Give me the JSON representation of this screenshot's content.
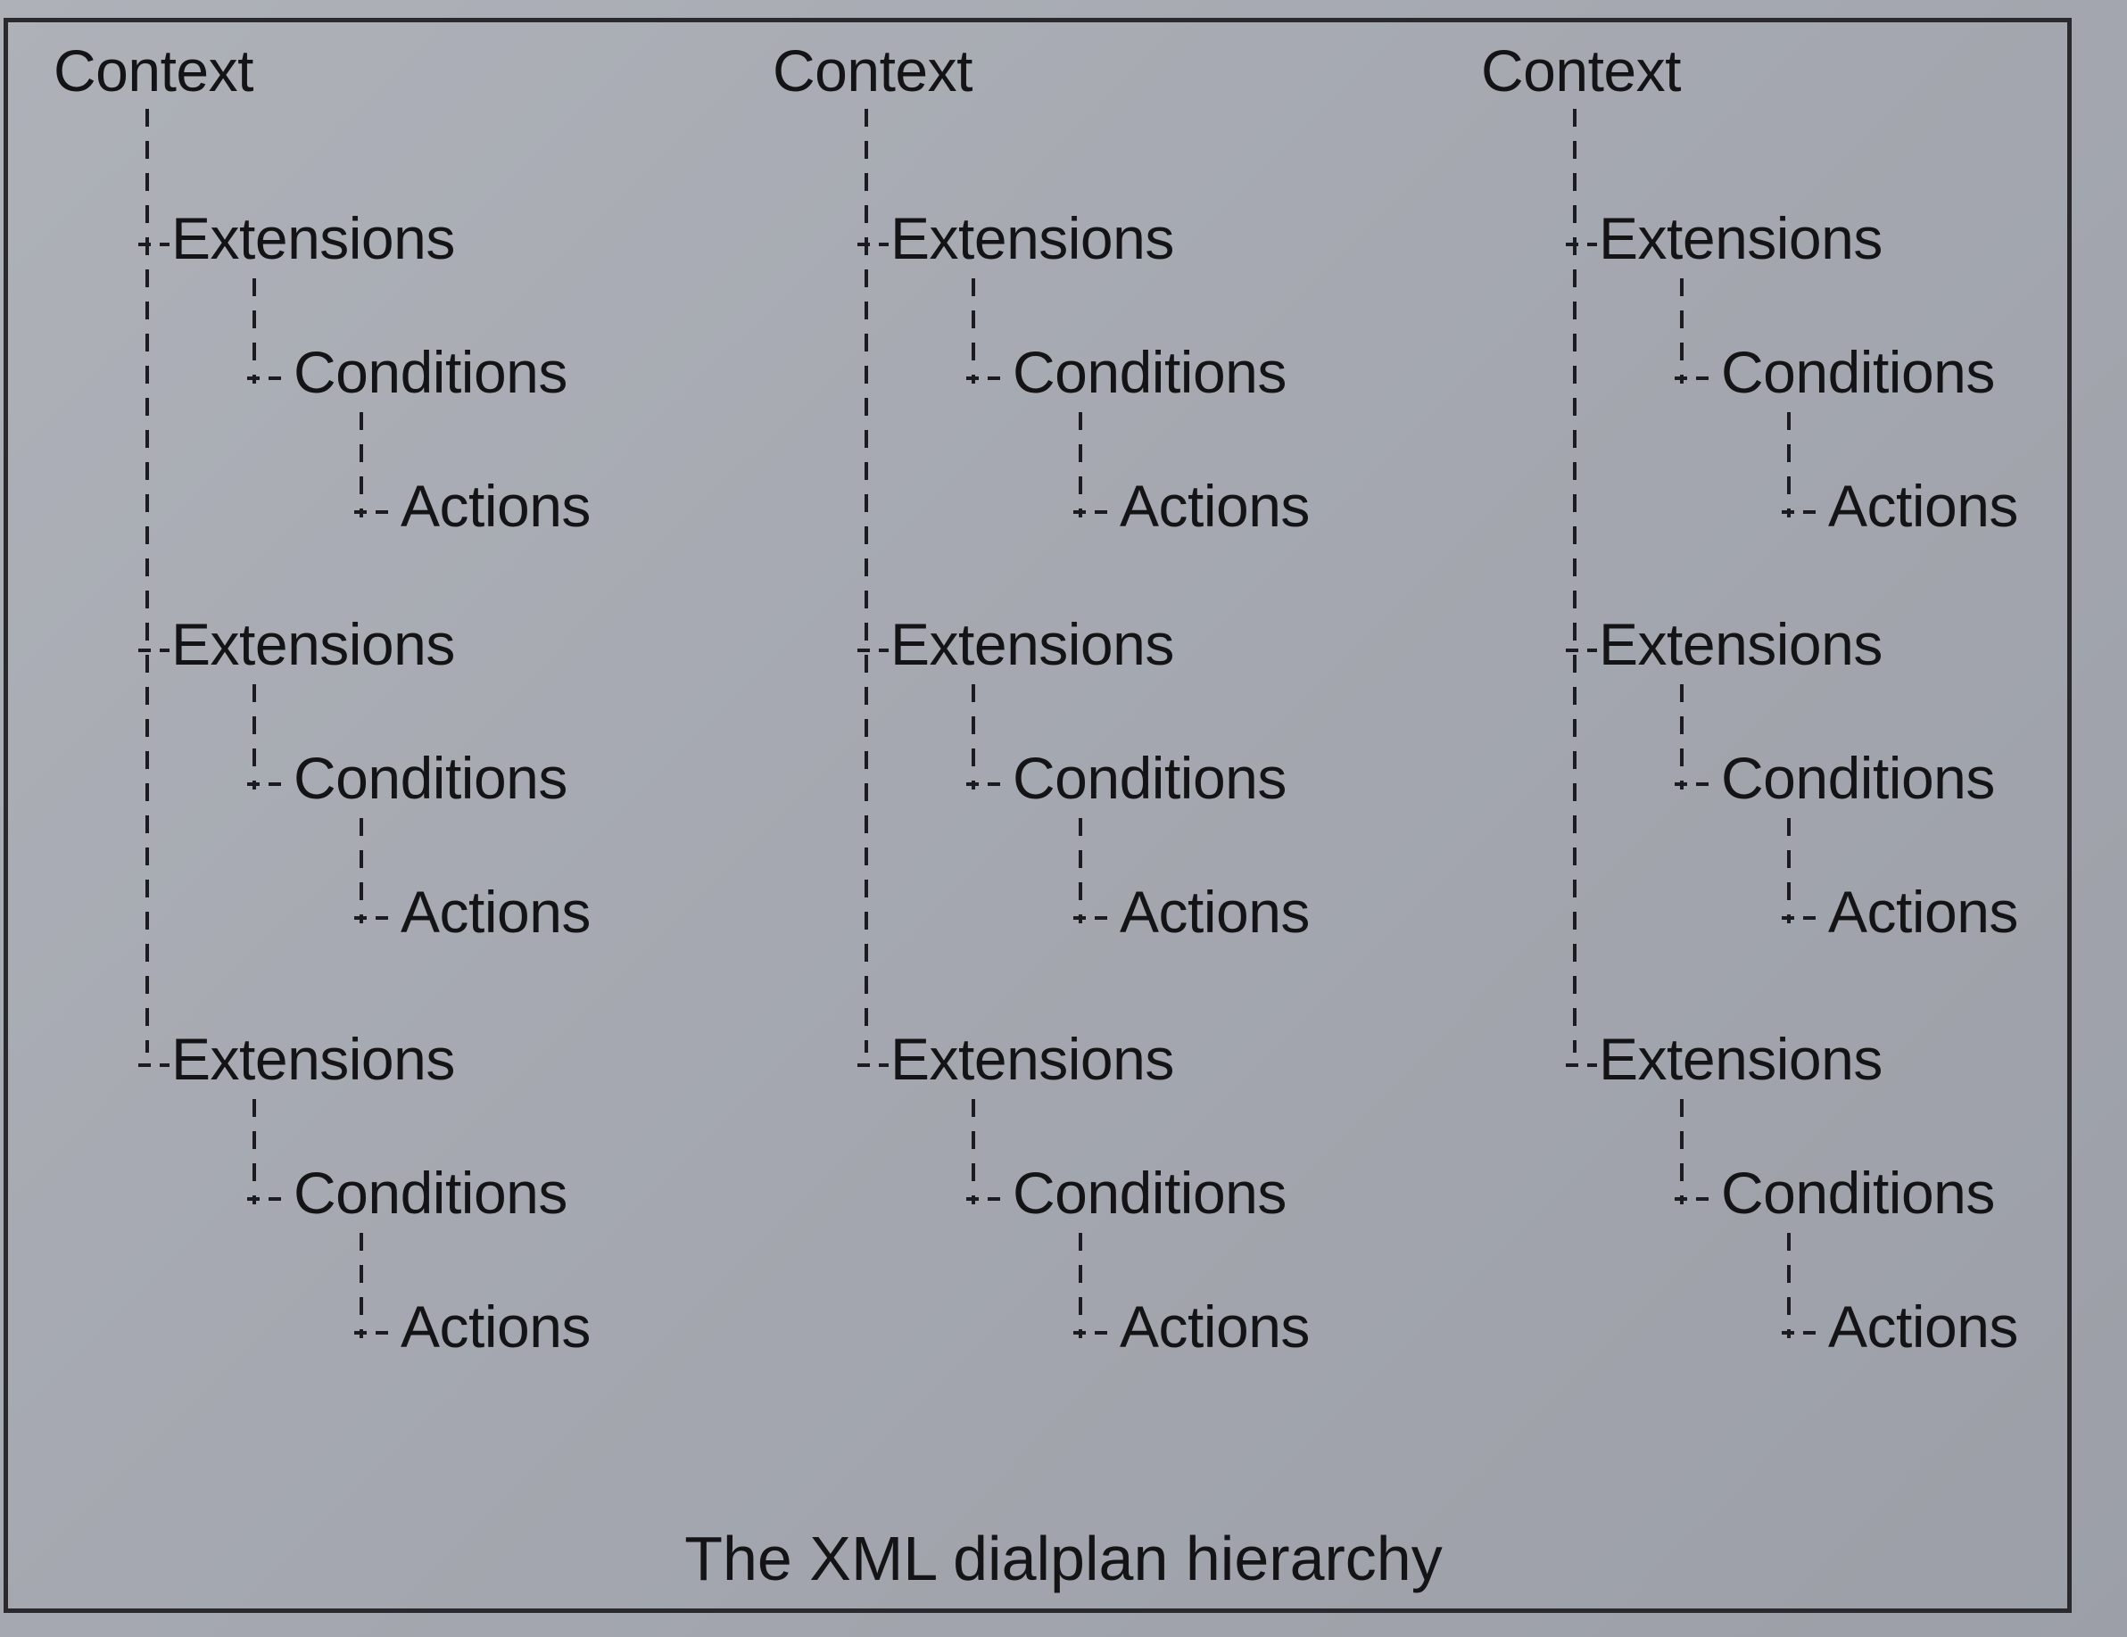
{
  "diagram": {
    "columns": [
      {
        "root": "Context",
        "extensions": [
          {
            "label": "Extensions",
            "conditions": {
              "label": "Conditions",
              "actions": {
                "label": "Actions"
              }
            }
          },
          {
            "label": "Extensions",
            "conditions": {
              "label": "Conditions",
              "actions": {
                "label": "Actions"
              }
            }
          },
          {
            "label": "Extensions",
            "conditions": {
              "label": "Conditions",
              "actions": {
                "label": "Actions"
              }
            }
          }
        ]
      },
      {
        "root": "Context",
        "extensions": [
          {
            "label": "Extensions",
            "conditions": {
              "label": "Conditions",
              "actions": {
                "label": "Actions"
              }
            }
          },
          {
            "label": "Extensions",
            "conditions": {
              "label": "Conditions",
              "actions": {
                "label": "Actions"
              }
            }
          },
          {
            "label": "Extensions",
            "conditions": {
              "label": "Conditions",
              "actions": {
                "label": "Actions"
              }
            }
          }
        ]
      },
      {
        "root": "Context",
        "extensions": [
          {
            "label": "Extensions",
            "conditions": {
              "label": "Conditions",
              "actions": {
                "label": "Actions"
              }
            }
          },
          {
            "label": "Extensions",
            "conditions": {
              "label": "Conditions",
              "actions": {
                "label": "Actions"
              }
            }
          },
          {
            "label": "Extensions",
            "conditions": {
              "label": "Conditions",
              "actions": {
                "label": "Actions"
              }
            }
          }
        ]
      }
    ],
    "caption": "The XML dialplan hierarchy"
  }
}
